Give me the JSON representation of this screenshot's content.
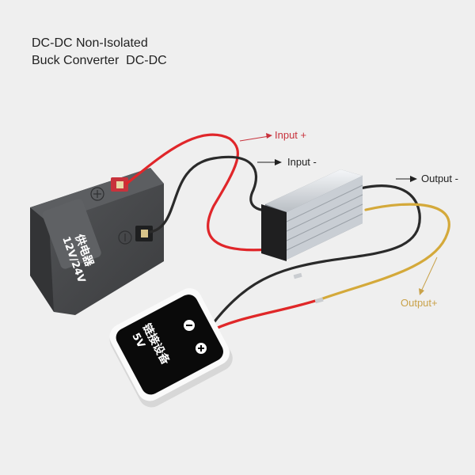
{
  "title": {
    "line1": "DC-DC Non-Isolated",
    "line2": "Buck Converter  DC-DC"
  },
  "labels": {
    "input_plus": "Input +",
    "input_minus": "Input -",
    "output_minus": "Output -",
    "output_plus": "Output+"
  },
  "power_supply": {
    "line1": "供电器",
    "line2": "12V/24V",
    "plus_symbol": "+",
    "minus_symbol": "−"
  },
  "device": {
    "line1": "链接设备",
    "line2": "5V",
    "minus_symbol": "−",
    "plus_symbol": "+"
  },
  "colors": {
    "background": "#efefef",
    "input_plus_label": "#c8323c",
    "input_minus_label": "#222222",
    "output_minus_label": "#222222",
    "output_plus_label": "#c9a24a",
    "wire_red": "#e0262a",
    "wire_black": "#2a2a2a",
    "wire_gold": "#d4a93a",
    "supply_body": "#4a4b4d",
    "converter_body": "#d9dde2"
  }
}
